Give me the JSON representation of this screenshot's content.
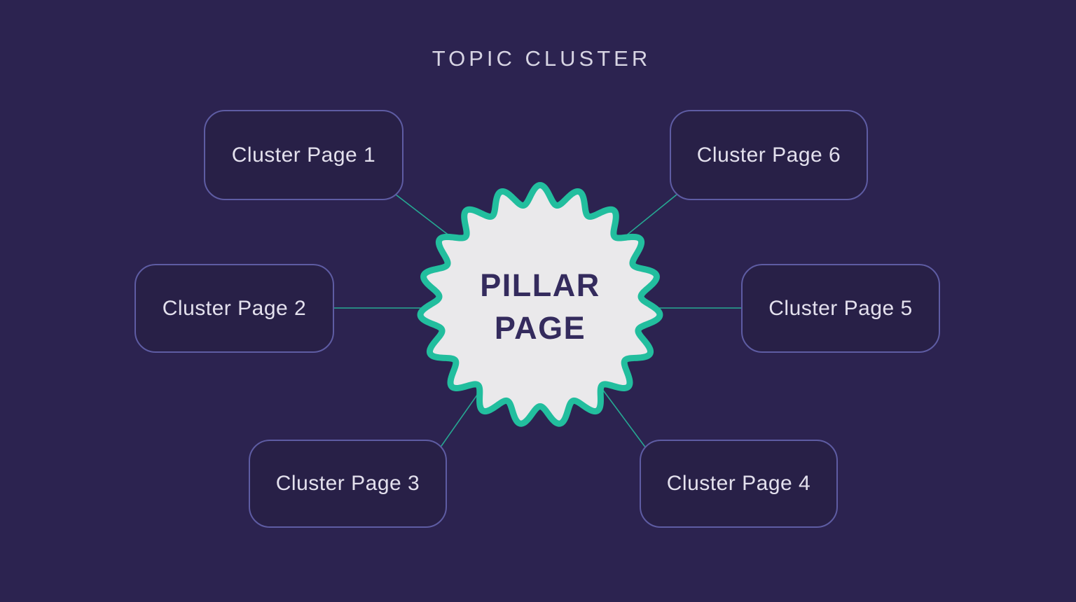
{
  "title": "TOPIC CLUSTER",
  "center": {
    "line1": "PILLAR",
    "line2": "PAGE"
  },
  "clusters": [
    {
      "label": "Cluster Page 1"
    },
    {
      "label": "Cluster Page 2"
    },
    {
      "label": "Cluster Page 3"
    },
    {
      "label": "Cluster Page 4"
    },
    {
      "label": "Cluster Page 5"
    },
    {
      "label": "Cluster Page 6"
    }
  ],
  "colors": {
    "background": "#2C2350",
    "node_fill": "#282047",
    "node_border": "#5E5CA3",
    "node_text": "#E3E0ED",
    "title_text": "#D7D4E3",
    "accent_teal": "#22BE9E",
    "connector": "#26A993",
    "badge_fill": "#EAE9EB",
    "badge_text": "#342B5D"
  }
}
